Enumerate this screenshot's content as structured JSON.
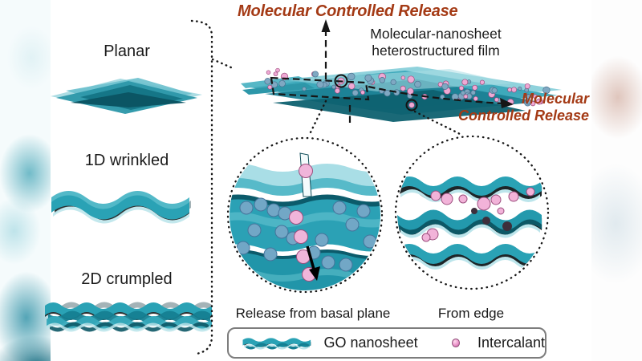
{
  "figure": {
    "title_top": "Molecular Controlled Release",
    "film_label": {
      "line1": "Molecular-nanosheet",
      "line2": "heterostructured film"
    },
    "release_right": {
      "line1": "Molecular",
      "line2": "Controlled Release"
    },
    "structures": [
      {
        "label": "Planar"
      },
      {
        "label": "1D wrinkled"
      },
      {
        "label": "2D crumpled"
      }
    ],
    "inset_captions": {
      "left": "Release from basal plane",
      "right": "From edge"
    },
    "legend": {
      "go_label": "GO nanosheet",
      "intercalant_label": "Intercalant"
    },
    "colors": {
      "accent_red": "#a43a15",
      "teal_main": "#2aa2b5",
      "teal_dark": "#0e6170",
      "teal_light": "#a9dee6",
      "intercalant_pink": "#efa9d4",
      "sphere_blue": "#7fa8c2",
      "ink": "#161616"
    }
  }
}
